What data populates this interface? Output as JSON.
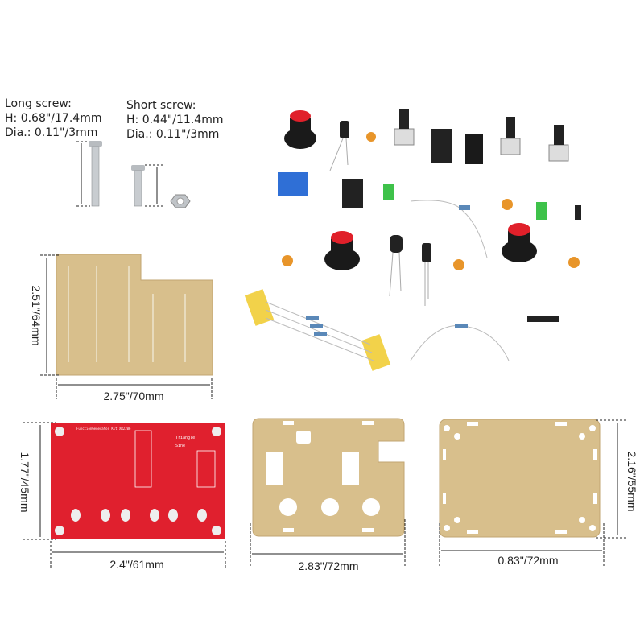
{
  "screws": {
    "long": {
      "title": "Long screw:",
      "height": "H: 0.68\"/17.4mm",
      "diameter": "Dia.: 0.11\"/3mm"
    },
    "short": {
      "title": "Short screw:",
      "height": "H: 0.44\"/11.4mm",
      "diameter": "Dia.: 0.11\"/3mm"
    }
  },
  "dimensions": {
    "acrylic_small_height": "2.51\"/64mm",
    "acrylic_small_width": "2.75\"/70mm",
    "pcb_height": "1.77\"/45mm",
    "pcb_width": "2.4\"/61mm",
    "top_panel_width": "2.83\"/72mm",
    "bottom_panel_width": "0.83\"/72mm",
    "bottom_panel_height": "2.16\"/55mm"
  },
  "pcb": {
    "color": "#e0202e",
    "silkscreen_title": "FunctionGenerator Kit XR2206",
    "labels": [
      "Triangle",
      "Sine"
    ]
  },
  "colors": {
    "acrylic": "#d8bf8c",
    "knob_red": "#e0202a",
    "knob_black": "#1a1a1a",
    "capacitor_orange": "#e8952a",
    "jumper_green": "#3ec24a",
    "trimmer_blue": "#2f6fd6"
  }
}
